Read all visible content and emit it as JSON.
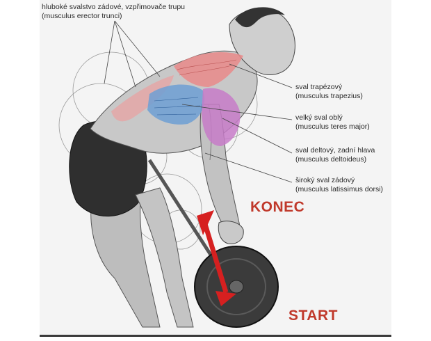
{
  "labels": {
    "erector": {
      "name": "hluboké svalstvo zádové, vzpřimovače trupu",
      "latin": "(musculus erector trunci)"
    },
    "trapezius": {
      "name": "sval trapézový",
      "latin": "(musculus trapezius)"
    },
    "teres": {
      "name": "velký sval oblý",
      "latin": "(musculus teres major)"
    },
    "deltoid": {
      "name": "sval deltový, zadní hlava",
      "latin": "(musculus deltoideus)"
    },
    "latissimus": {
      "name": "široký sval zádový",
      "latin": "(musculus latissimus dorsi)"
    }
  },
  "phases": {
    "end": "KONEC",
    "start": "START"
  },
  "colors": {
    "accent": "#d62020",
    "trapezius": "#e98a8a",
    "teres": "#6d9fd4",
    "deltoid": "#c77bc8",
    "skin": "#c9c9c9"
  },
  "icons": {
    "motion_arrow": "double-headed-arrow"
  }
}
